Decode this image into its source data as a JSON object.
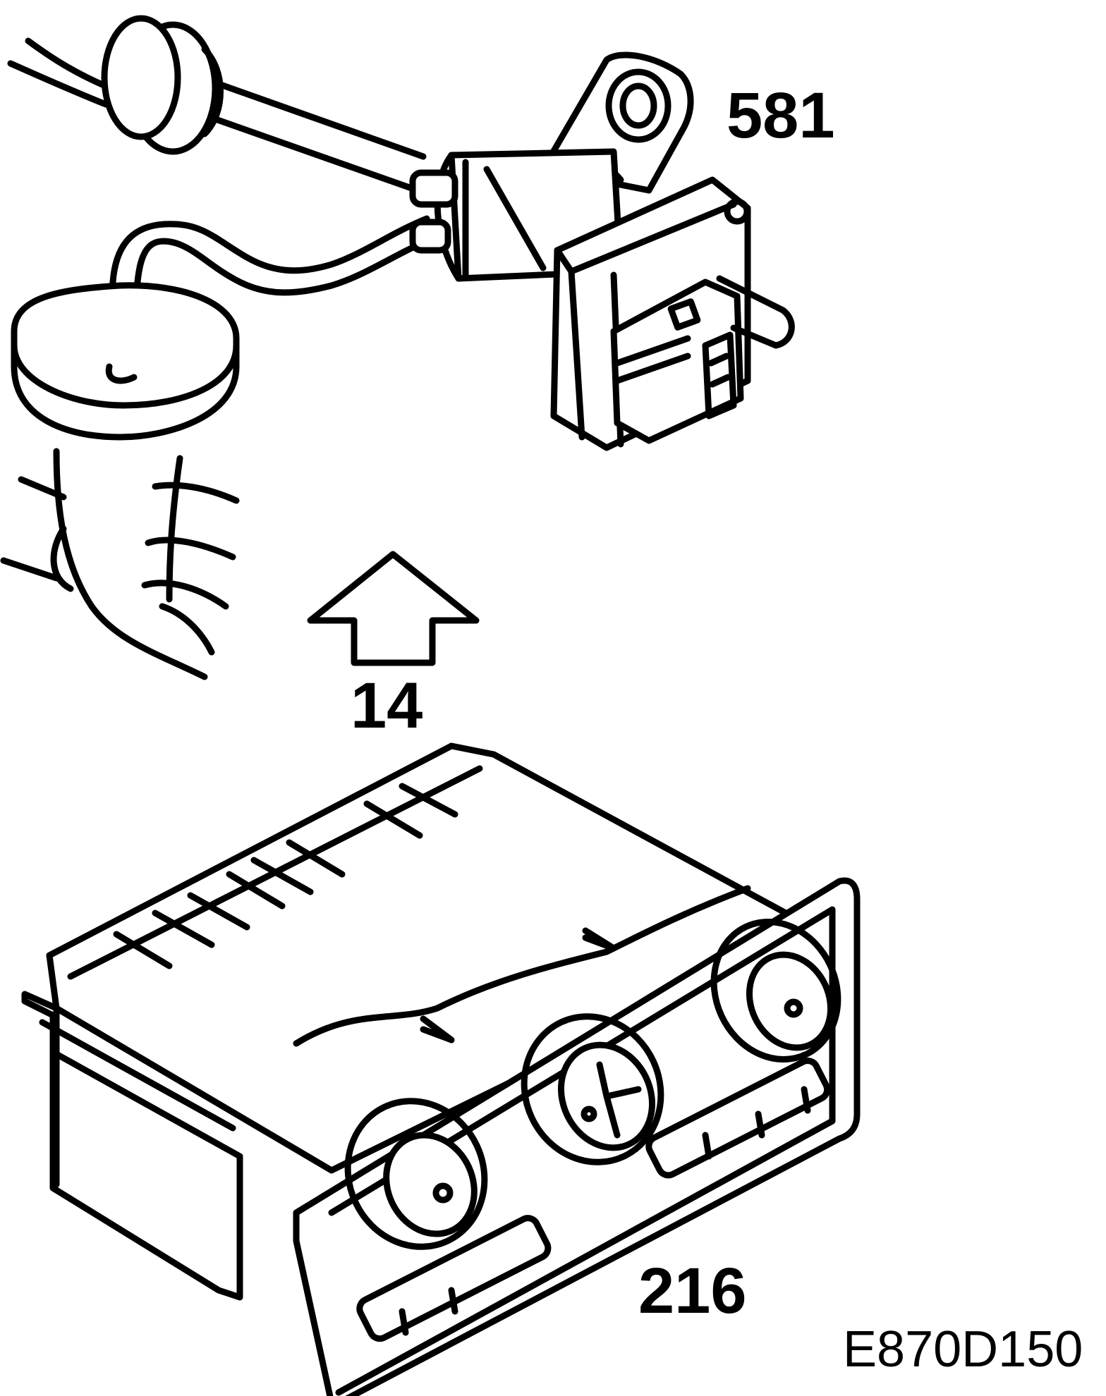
{
  "callouts": {
    "solenoid_valve": "581",
    "direction_arrow": "14",
    "climate_control_panel": "216"
  },
  "figure_code": "E870D150",
  "colors": {
    "line": "#000000",
    "background": "#ffffff"
  },
  "icons": [
    "solenoid-valve",
    "vacuum-actuator",
    "climate-control-panel",
    "up-arrow"
  ]
}
